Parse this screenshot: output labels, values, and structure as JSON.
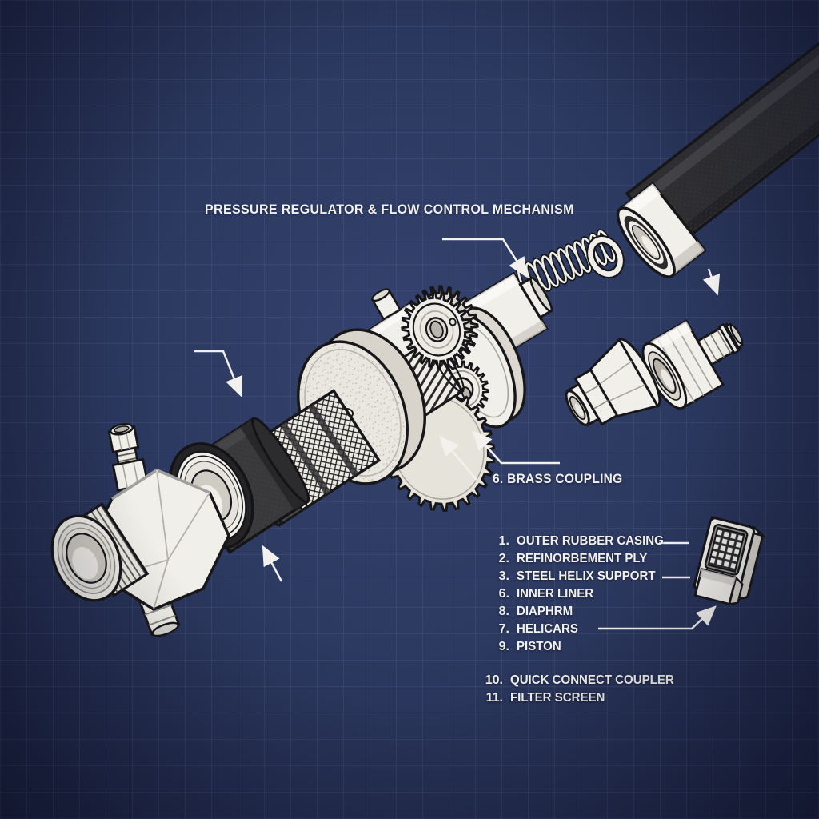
{
  "title": "PRESSURE REGULATOR & FLOW CONTROL MECHANISM",
  "callouts": {
    "brass_coupling": "6. BRASS COUPLING"
  },
  "parts_list": {
    "items": [
      {
        "num": "1.",
        "label": "OUTER RUBBER CASING"
      },
      {
        "num": "2.",
        "label": "REFINORBEMENT PLY"
      },
      {
        "num": "3.",
        "label": "STEEL HELIX SUPPORT"
      },
      {
        "num": "6.",
        "label": "INNER LINER"
      },
      {
        "num": "8.",
        "label": "DIAPHRM"
      },
      {
        "num": "7.",
        "label": "HELICARS"
      },
      {
        "num": "9.",
        "label": "PISTON"
      }
    ],
    "extra_items": [
      {
        "num": "10.",
        "label": "QUICK CONNECT COUPLER"
      },
      {
        "num": "11.",
        "label": "FILTER SCREEN"
      }
    ]
  },
  "colors": {
    "background": "#2c3960",
    "grid": "#7388c0",
    "ink": "#f2f1ed",
    "outline": "#17171a",
    "metal": "#f1efe9",
    "metal-shade": "#d9d6cf",
    "rubber": "#39393c",
    "hose": "#2f2f32"
  }
}
